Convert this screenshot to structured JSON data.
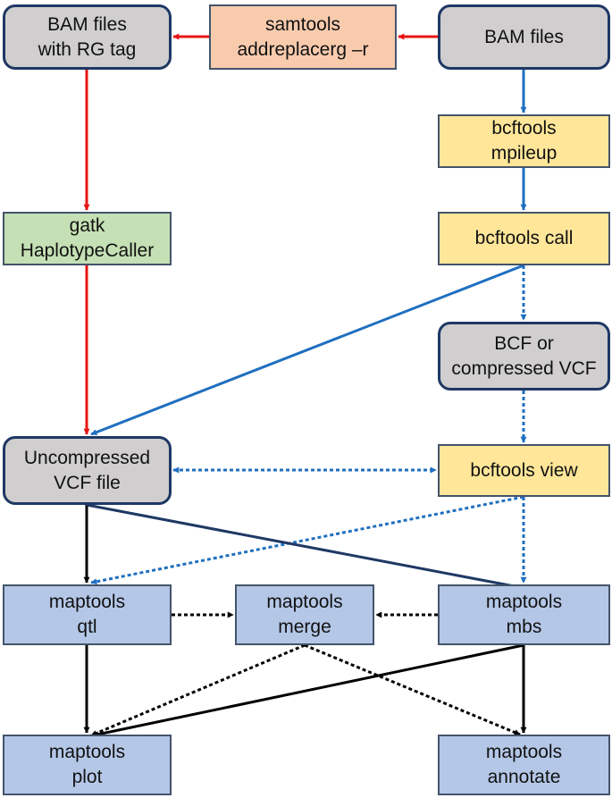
{
  "colors": {
    "red": "#e81414",
    "blue": "#1f6fbf",
    "navy": "#1f3864",
    "black": "#000000",
    "gray_fill": "#d0cece",
    "orange_fill": "#f8cbad",
    "yellow_fill": "#ffe699",
    "green_fill": "#c5e0b4",
    "blue_fill": "#b4c7e7"
  },
  "nodes": {
    "bam_rg": {
      "line1": "BAM files",
      "line2": "with RG tag"
    },
    "addreplacerg": {
      "line1": "samtools",
      "line2": "addreplacerg –r"
    },
    "bam": {
      "line1": "BAM files"
    },
    "mpileup": {
      "line1": "bcftools",
      "line2": "mpileup"
    },
    "gatk": {
      "line1": "gatk",
      "line2": "HaplotypeCaller"
    },
    "call": {
      "line1": "bcftools call"
    },
    "bcf": {
      "line1": "BCF or",
      "line2": "compressed VCF"
    },
    "uncompressed": {
      "line1": "Uncompressed",
      "line2": "VCF file"
    },
    "view": {
      "line1": "bcftools view"
    },
    "qtl": {
      "line1": "maptools",
      "line2": "qtl"
    },
    "merge": {
      "line1": "maptools",
      "line2": "merge"
    },
    "mbs": {
      "line1": "maptools",
      "line2": "mbs"
    },
    "plot": {
      "line1": "maptools",
      "line2": "plot"
    },
    "annotate": {
      "line1": "maptools",
      "line2": "annotate"
    }
  },
  "edges": [
    {
      "from": "bam",
      "to": "addreplacerg",
      "color": "red",
      "style": "solid",
      "arrow": "end"
    },
    {
      "from": "addreplacerg",
      "to": "bam_rg",
      "color": "red",
      "style": "solid",
      "arrow": "end"
    },
    {
      "from": "bam_rg",
      "to": "gatk",
      "color": "red",
      "style": "solid",
      "arrow": "end"
    },
    {
      "from": "gatk",
      "to": "uncompressed",
      "color": "red",
      "style": "solid",
      "arrow": "end"
    },
    {
      "from": "bam",
      "to": "mpileup",
      "color": "blue",
      "style": "solid",
      "arrow": "end"
    },
    {
      "from": "mpileup",
      "to": "call",
      "color": "blue",
      "style": "solid",
      "arrow": "end"
    },
    {
      "from": "call",
      "to": "uncompressed",
      "color": "blue",
      "style": "solid",
      "arrow": "end"
    },
    {
      "from": "call",
      "to": "bcf",
      "color": "blue",
      "style": "dotted",
      "arrow": "end"
    },
    {
      "from": "bcf",
      "to": "view",
      "color": "blue",
      "style": "dotted",
      "arrow": "end"
    },
    {
      "from": "uncompressed",
      "to": "view",
      "color": "blue",
      "style": "dotted",
      "arrow": "both"
    },
    {
      "from": "view",
      "to": "qtl",
      "color": "blue",
      "style": "dotted",
      "arrow": "end"
    },
    {
      "from": "view",
      "to": "mbs",
      "color": "blue",
      "style": "dotted",
      "arrow": "end"
    },
    {
      "from": "uncompressed",
      "to": "qtl",
      "color": "black",
      "style": "solid",
      "arrow": "end"
    },
    {
      "from": "uncompressed",
      "to": "mbs",
      "color": "navy",
      "style": "solid",
      "arrow": "end"
    },
    {
      "from": "qtl",
      "to": "merge",
      "color": "black",
      "style": "dotted",
      "arrow": "end"
    },
    {
      "from": "mbs",
      "to": "merge",
      "color": "black",
      "style": "dotted",
      "arrow": "end"
    },
    {
      "from": "qtl",
      "to": "plot",
      "color": "black",
      "style": "solid",
      "arrow": "end"
    },
    {
      "from": "mbs",
      "to": "plot",
      "color": "black",
      "style": "solid",
      "arrow": "end"
    },
    {
      "from": "mbs",
      "to": "annotate",
      "color": "black",
      "style": "solid",
      "arrow": "end"
    },
    {
      "from": "merge",
      "to": "plot",
      "color": "black",
      "style": "dotted",
      "arrow": "end"
    },
    {
      "from": "merge",
      "to": "annotate",
      "color": "black",
      "style": "dotted",
      "arrow": "end"
    }
  ]
}
